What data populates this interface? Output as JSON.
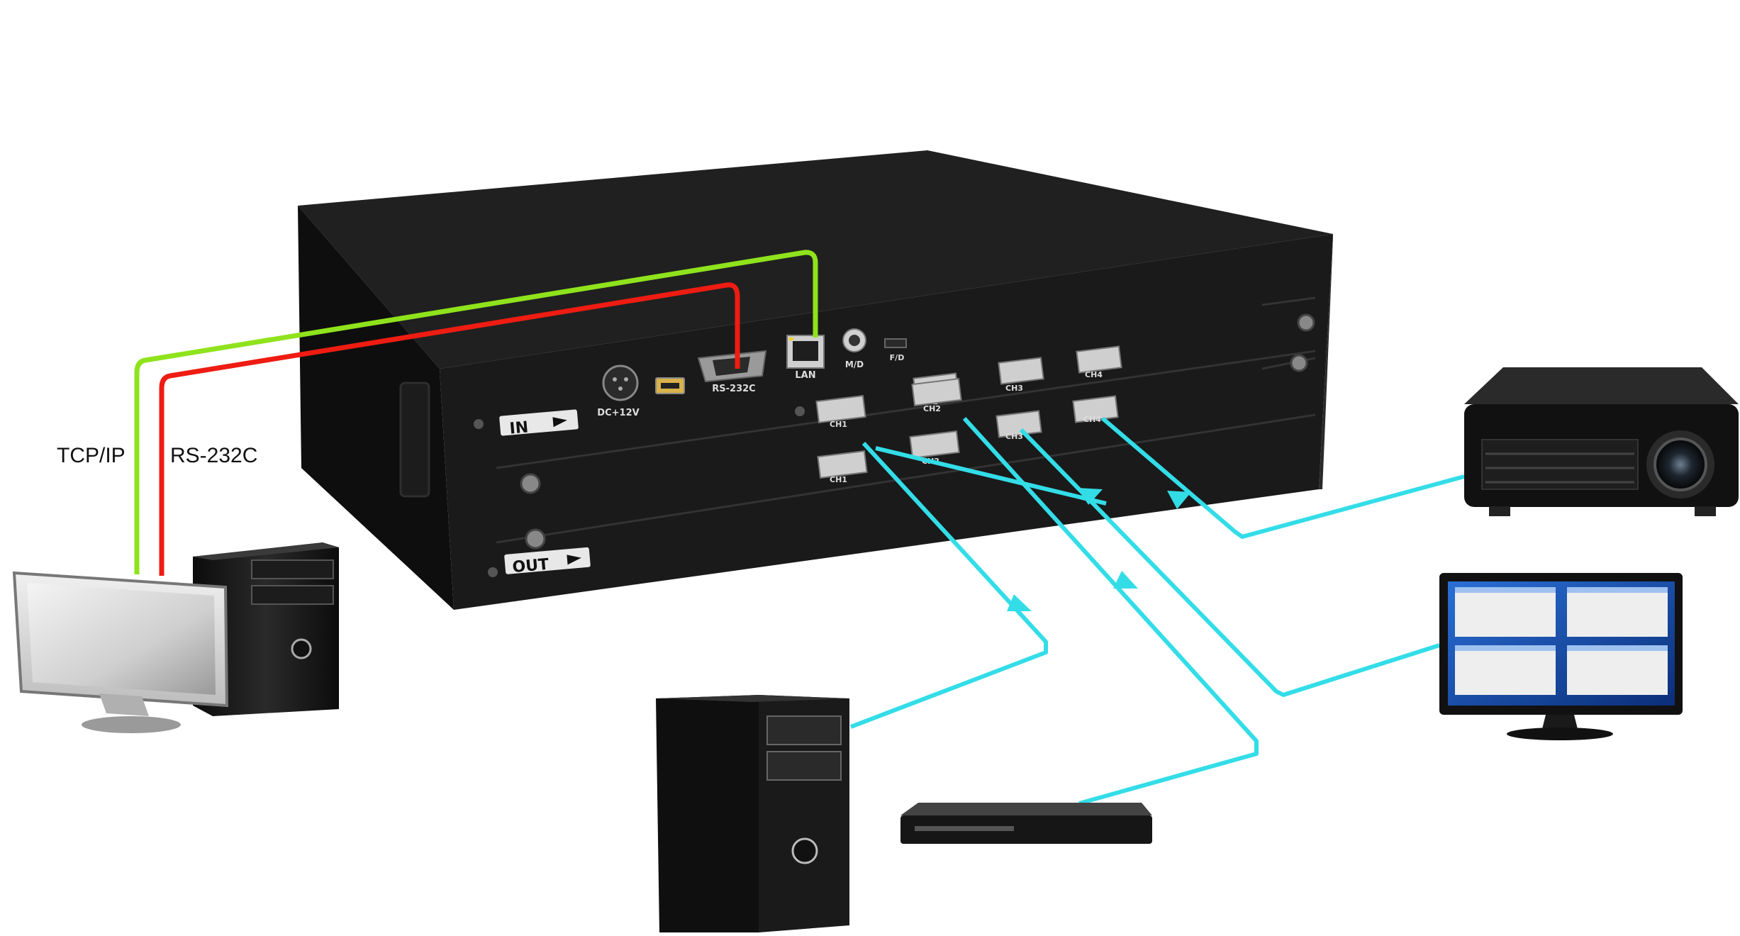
{
  "connection_labels": {
    "tcpip": "TCP/IP",
    "rs232c": "RS-232C"
  },
  "device_panel": {
    "power_port": "DC+12V",
    "serial_port": "RS-232C",
    "lan_port": "LAN",
    "md_port": "M/D",
    "fd_port": "F/D",
    "input_tag": "IN",
    "output_tag": "OUT",
    "input_channels": [
      "CH1",
      "CH2",
      "CH3",
      "CH4"
    ],
    "upper_channels": [
      "CH2",
      "CH3",
      "CH4"
    ],
    "output_channels": [
      "CH1",
      "CH2"
    ]
  },
  "colors": {
    "tcpip_line": "#8fe31c",
    "rs232c_line": "#ee1c12",
    "video_line": "#33dde8",
    "chassis": "#161616"
  }
}
